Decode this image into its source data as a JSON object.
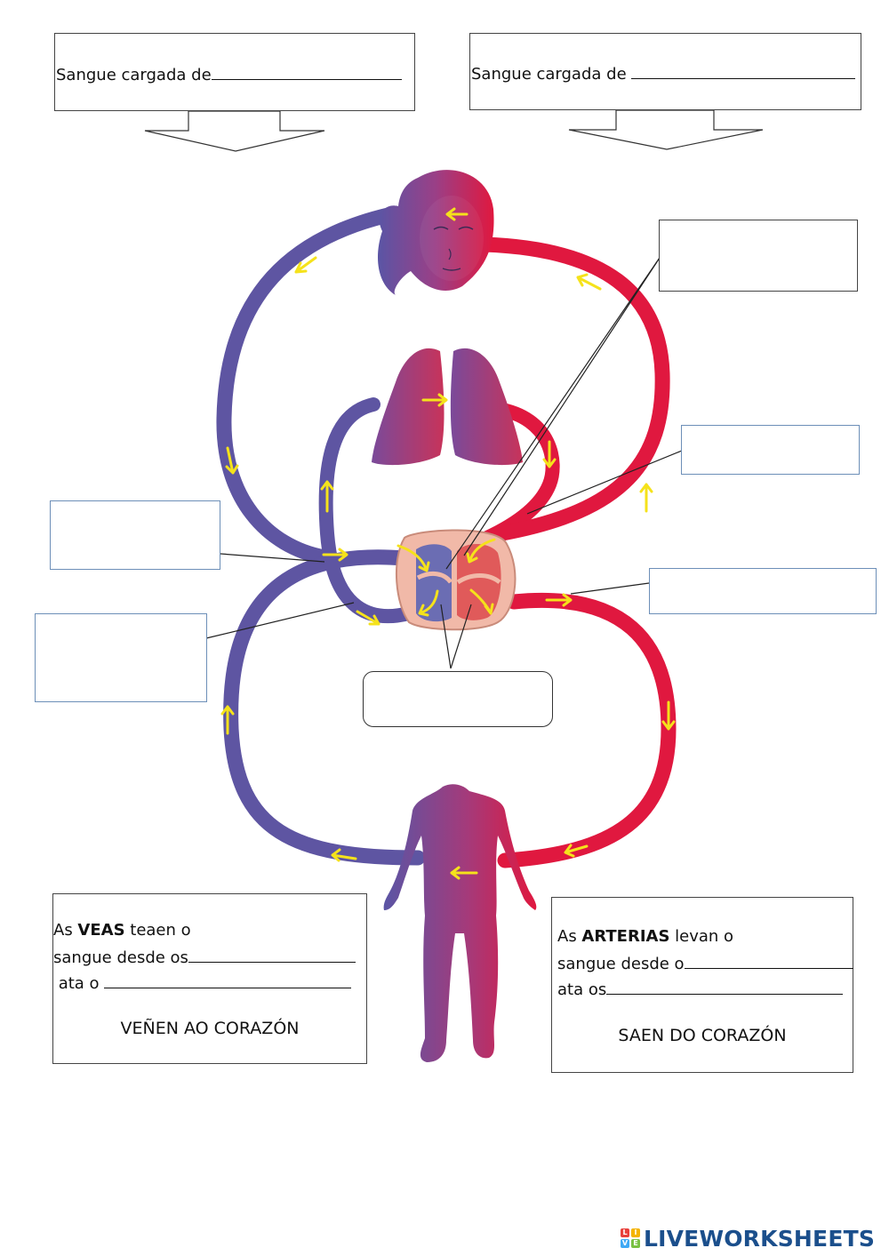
{
  "top_left_box": {
    "prompt": "Sangue cargada de"
  },
  "top_right_box": {
    "prompt": "Sangue cargada de"
  },
  "veins_box": {
    "line1_prefix": "As ",
    "line1_bold": "VEAS",
    "line1_suffix": " teaen o",
    "line2": "sangue desde os",
    "line3": " ata o ",
    "footer": "VEÑEN AO CORAZÓN"
  },
  "arteries_box": {
    "line1_prefix": "As ",
    "line1_bold": "ARTERIAS",
    "line1_suffix": " levan o",
    "line2": "sangue desde o",
    "line3": "ata os",
    "footer": "SAEN DO CORAZÓN"
  },
  "logo": {
    "text": "LIVEWORKSHEETS",
    "tile_letters": [
      "L",
      "I",
      "V",
      "E"
    ],
    "colors": [
      "#e8413c",
      "#f4b400",
      "#3fa9f5",
      "#7ac143"
    ]
  },
  "colors": {
    "venous": "#5e4fa0",
    "arterial": "#e0183f",
    "flow_arrow": "#f5e21b",
    "heart_wall": "#f1b9a8"
  },
  "icons": [
    "head-icon",
    "lungs-icon",
    "heart-icon",
    "body-icon",
    "flow-arrow-icon"
  ]
}
